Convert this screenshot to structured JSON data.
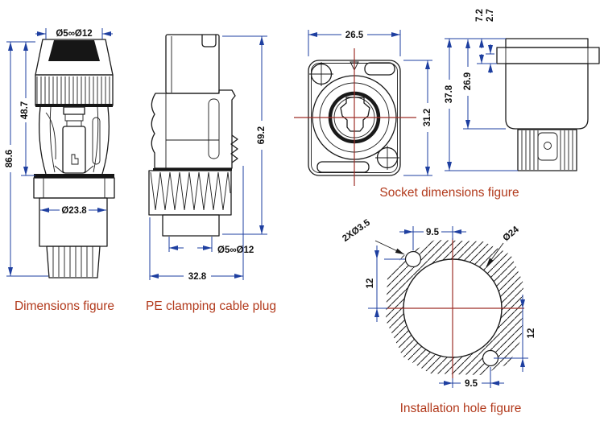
{
  "colors": {
    "outline": "#1a1a1a",
    "dimension_line": "#1e3fa0",
    "centerline": "#9e2f28",
    "caption": "#b23a1c",
    "dimension_text": "#111111",
    "background": "#ffffff"
  },
  "figures": {
    "plug_front": {
      "caption": "Dimensions figure",
      "dims": {
        "cable_range": "Ø5∞Ø12",
        "total_height": "86.6",
        "upper_height": "48.7",
        "body_diameter": "Ø23.8"
      }
    },
    "plug_side": {
      "caption": "PE clamping cable plug",
      "dims": {
        "total_height": "69.2",
        "cable_range": "Ø5∞Ø12",
        "width": "32.8"
      }
    },
    "socket": {
      "caption": "Socket dimensions figure",
      "front": {
        "width": "26.5",
        "height": "31.2"
      },
      "side": {
        "flange_height": "7.2",
        "flange_step": "2.7",
        "total_height": "37.8",
        "body_height": "26.9"
      }
    },
    "installation": {
      "caption": "Installation hole figure",
      "dims": {
        "screw_holes": "2XØ3.5",
        "main_hole": "Ø24",
        "top_offset": "9.5",
        "left_offset": "12",
        "right_offset": "12",
        "bottom_offset": "9.5"
      }
    }
  }
}
